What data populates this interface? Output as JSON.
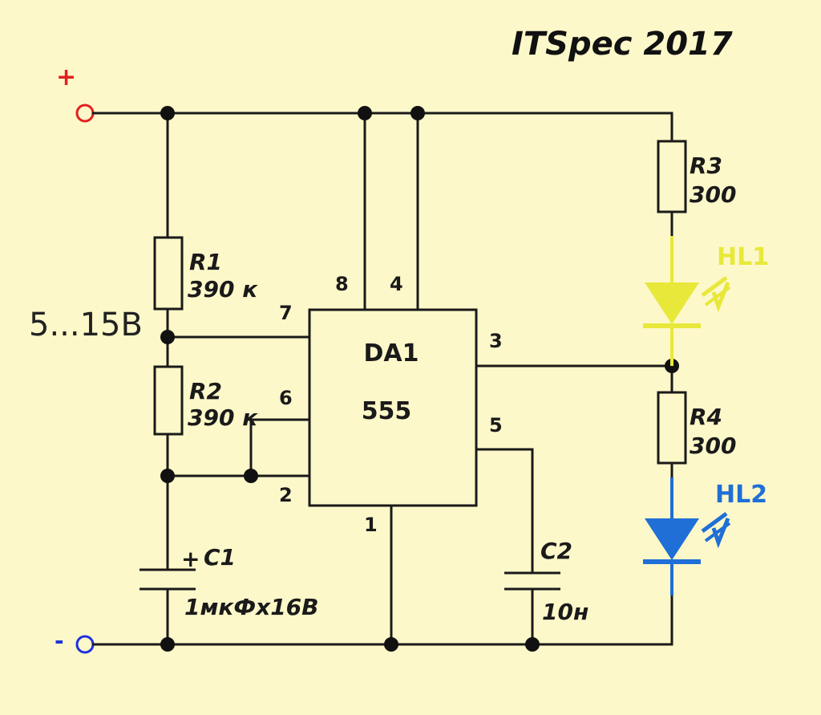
{
  "title": "ITSpec   2017",
  "terminals": {
    "plus": "+",
    "minus": "-"
  },
  "supply_label": "5...15В",
  "ic": {
    "name": "DA1",
    "type": "555",
    "pins": {
      "p1": "1",
      "p2": "2",
      "p3": "3",
      "p4": "4",
      "p5": "5",
      "p6": "6",
      "p7": "7",
      "p8": "8"
    }
  },
  "components": {
    "r1": {
      "name": "R1",
      "value": "390 к"
    },
    "r2": {
      "name": "R2",
      "value": "390 к"
    },
    "r3": {
      "name": "R3",
      "value": "300"
    },
    "r4": {
      "name": "R4",
      "value": "300"
    },
    "c1": {
      "name": "C1",
      "value": "1мкФх16В",
      "polarity": "+"
    },
    "c2": {
      "name": "C2",
      "value": "10н"
    },
    "hl1": {
      "name": "HL1",
      "color": "#e8e83a"
    },
    "hl2": {
      "name": "HL2",
      "color": "#1f6fd6"
    }
  },
  "colors": {
    "background": "#fdf8c9",
    "plus_terminal": "#e02020",
    "minus_terminal": "#2030e0"
  }
}
